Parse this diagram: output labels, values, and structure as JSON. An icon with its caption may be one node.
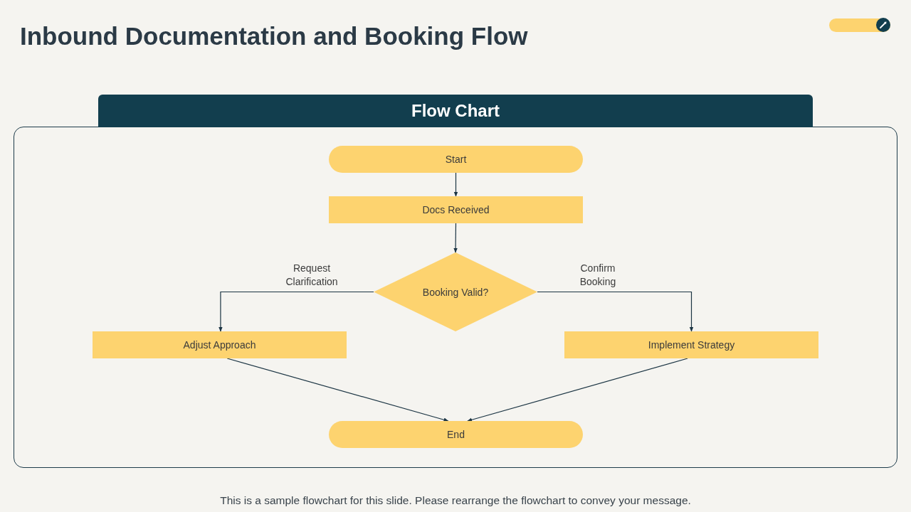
{
  "diagram": {
    "title": "Inbound Documentation and Booking Flow",
    "caption": "This is a sample flowchart for this slide. Please rearrange the flowchart to convey your message.",
    "nodes": [
      {
        "text": [
          "Flow Chart"
        ]
      },
      {
        "text": [
          "Start"
        ],
        "in": 0
      },
      {
        "text": [
          "Docs Received"
        ],
        "in": 0
      },
      {
        "text": [
          "Booking Valid?"
        ],
        "in": 0
      },
      {
        "text": [
          "Adjust Approach"
        ],
        "in": 0
      },
      {
        "text": [
          "Implement Strategy"
        ],
        "in": 0
      },
      {
        "text": [
          "End"
        ],
        "in": 0
      }
    ],
    "edges": [
      {
        "from": 1,
        "to": 2,
        "arrow": "to"
      },
      {
        "from": 2,
        "to": 3,
        "arrow": "to"
      },
      {
        "from": 3,
        "to": 4,
        "arrow": "to",
        "label": "Request Clarification"
      },
      {
        "from": 3,
        "to": 5,
        "arrow": "to",
        "label": "Confirm Booking"
      },
      {
        "from": 4,
        "to": 6,
        "arrow": "to"
      },
      {
        "from": 5,
        "to": 6,
        "arrow": "to"
      }
    ]
  }
}
